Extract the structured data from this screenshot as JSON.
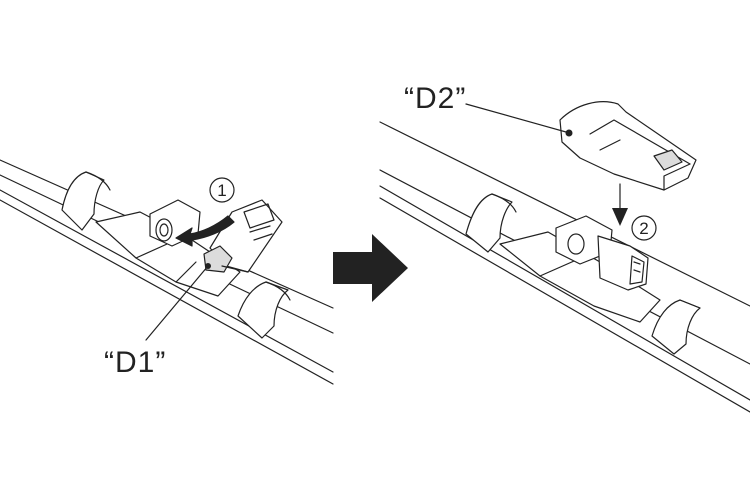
{
  "labels": {
    "d1": "“D1”",
    "d2": "“D2”"
  },
  "steps": {
    "one": "1",
    "two": "2"
  }
}
